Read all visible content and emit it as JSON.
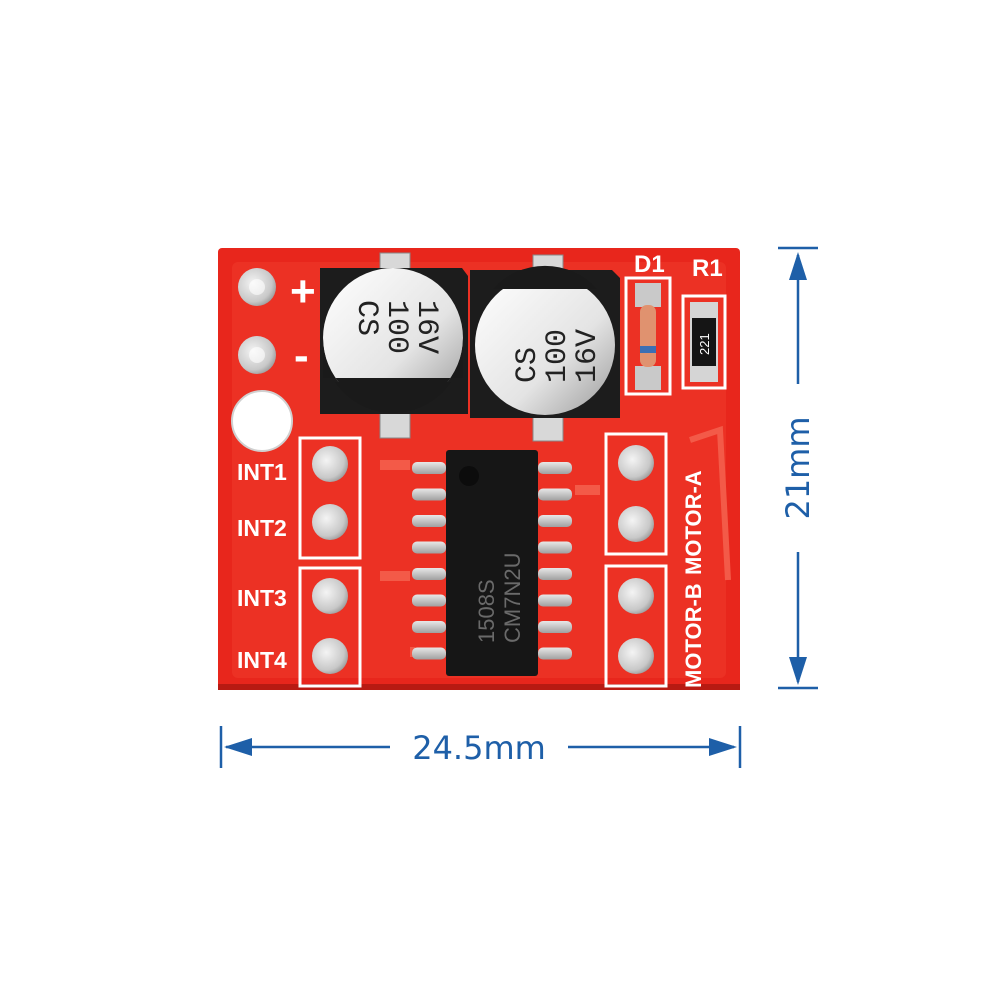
{
  "board": {
    "labels": {
      "plus": "+",
      "minus": "-",
      "d1": "D1",
      "r1": "R1",
      "int1": "INT1",
      "int2": "INT2",
      "int3": "INT3",
      "int4": "INT4",
      "motor_a": "MOTOR-A",
      "motor_b": "MOTOR-B"
    },
    "capacitor_left": {
      "line1": "CS",
      "line2": "100",
      "line3": "16V"
    },
    "capacitor_right": {
      "line1": "CS",
      "line2": "100",
      "line3": "16V"
    },
    "resistor_code": "221",
    "chip": {
      "line1": "1508S",
      "line2": "CM7N2U"
    }
  },
  "dimensions": {
    "width_label": "24.5mm",
    "height_label": "21mm"
  },
  "colors": {
    "pcb": "#e8261c",
    "dimension": "#1e5fa8",
    "silkscreen": "#ffffff"
  }
}
